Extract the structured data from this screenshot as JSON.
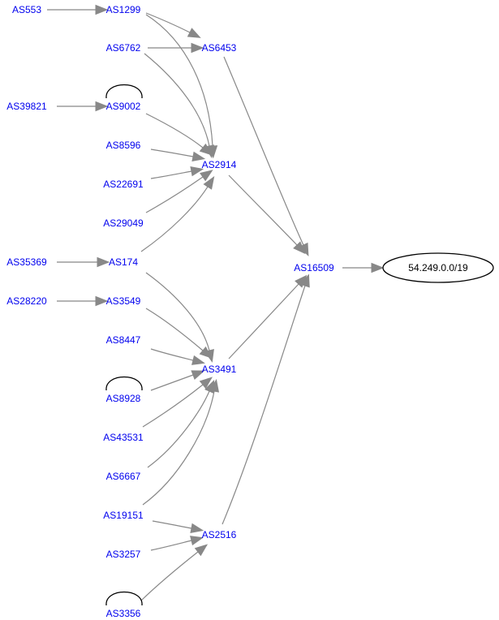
{
  "nodes": {
    "as553": "AS553",
    "as1299": "AS1299",
    "as6762": "AS6762",
    "as6453": "AS6453",
    "as39821": "AS39821",
    "as9002": "AS9002",
    "as8596": "AS8596",
    "as2914": "AS2914",
    "as22691": "AS22691",
    "as29049": "AS29049",
    "as35369": "AS35369",
    "as174": "AS174",
    "as16509": "AS16509",
    "as28220": "AS28220",
    "as3549": "AS3549",
    "as8447": "AS8447",
    "as3491": "AS3491",
    "as8928": "AS8928",
    "as43531": "AS43531",
    "as6667": "AS6667",
    "as19151": "AS19151",
    "as2516": "AS2516",
    "as3257": "AS3257",
    "as3356": "AS3356"
  },
  "prefix": "54.249.0.0/19",
  "colors": {
    "as_link": "#0000ee",
    "edge": "#888888",
    "self_loop": "#000000",
    "prefix_border": "#000000"
  },
  "edges": [
    [
      "as553",
      "as1299"
    ],
    [
      "as1299",
      "as6453"
    ],
    [
      "as1299",
      "as2914"
    ],
    [
      "as6762",
      "as6453"
    ],
    [
      "as6762",
      "as2914"
    ],
    [
      "as39821",
      "as9002"
    ],
    [
      "as9002",
      "as2914"
    ],
    [
      "as8596",
      "as2914"
    ],
    [
      "as22691",
      "as2914"
    ],
    [
      "as29049",
      "as2914"
    ],
    [
      "as35369",
      "as174"
    ],
    [
      "as174",
      "as2914"
    ],
    [
      "as174",
      "as3491"
    ],
    [
      "as28220",
      "as3549"
    ],
    [
      "as3549",
      "as3491"
    ],
    [
      "as8447",
      "as3491"
    ],
    [
      "as8928",
      "as3491"
    ],
    [
      "as43531",
      "as3491"
    ],
    [
      "as6667",
      "as3491"
    ],
    [
      "as19151",
      "as3491"
    ],
    [
      "as19151",
      "as2516"
    ],
    [
      "as3257",
      "as2516"
    ],
    [
      "as3356",
      "as2516"
    ],
    [
      "as6453",
      "as16509"
    ],
    [
      "as2914",
      "as16509"
    ],
    [
      "as3491",
      "as16509"
    ],
    [
      "as2516",
      "as16509"
    ],
    [
      "as16509",
      "prefix"
    ]
  ],
  "self_loops": [
    "as9002",
    "as8928",
    "as3356"
  ]
}
